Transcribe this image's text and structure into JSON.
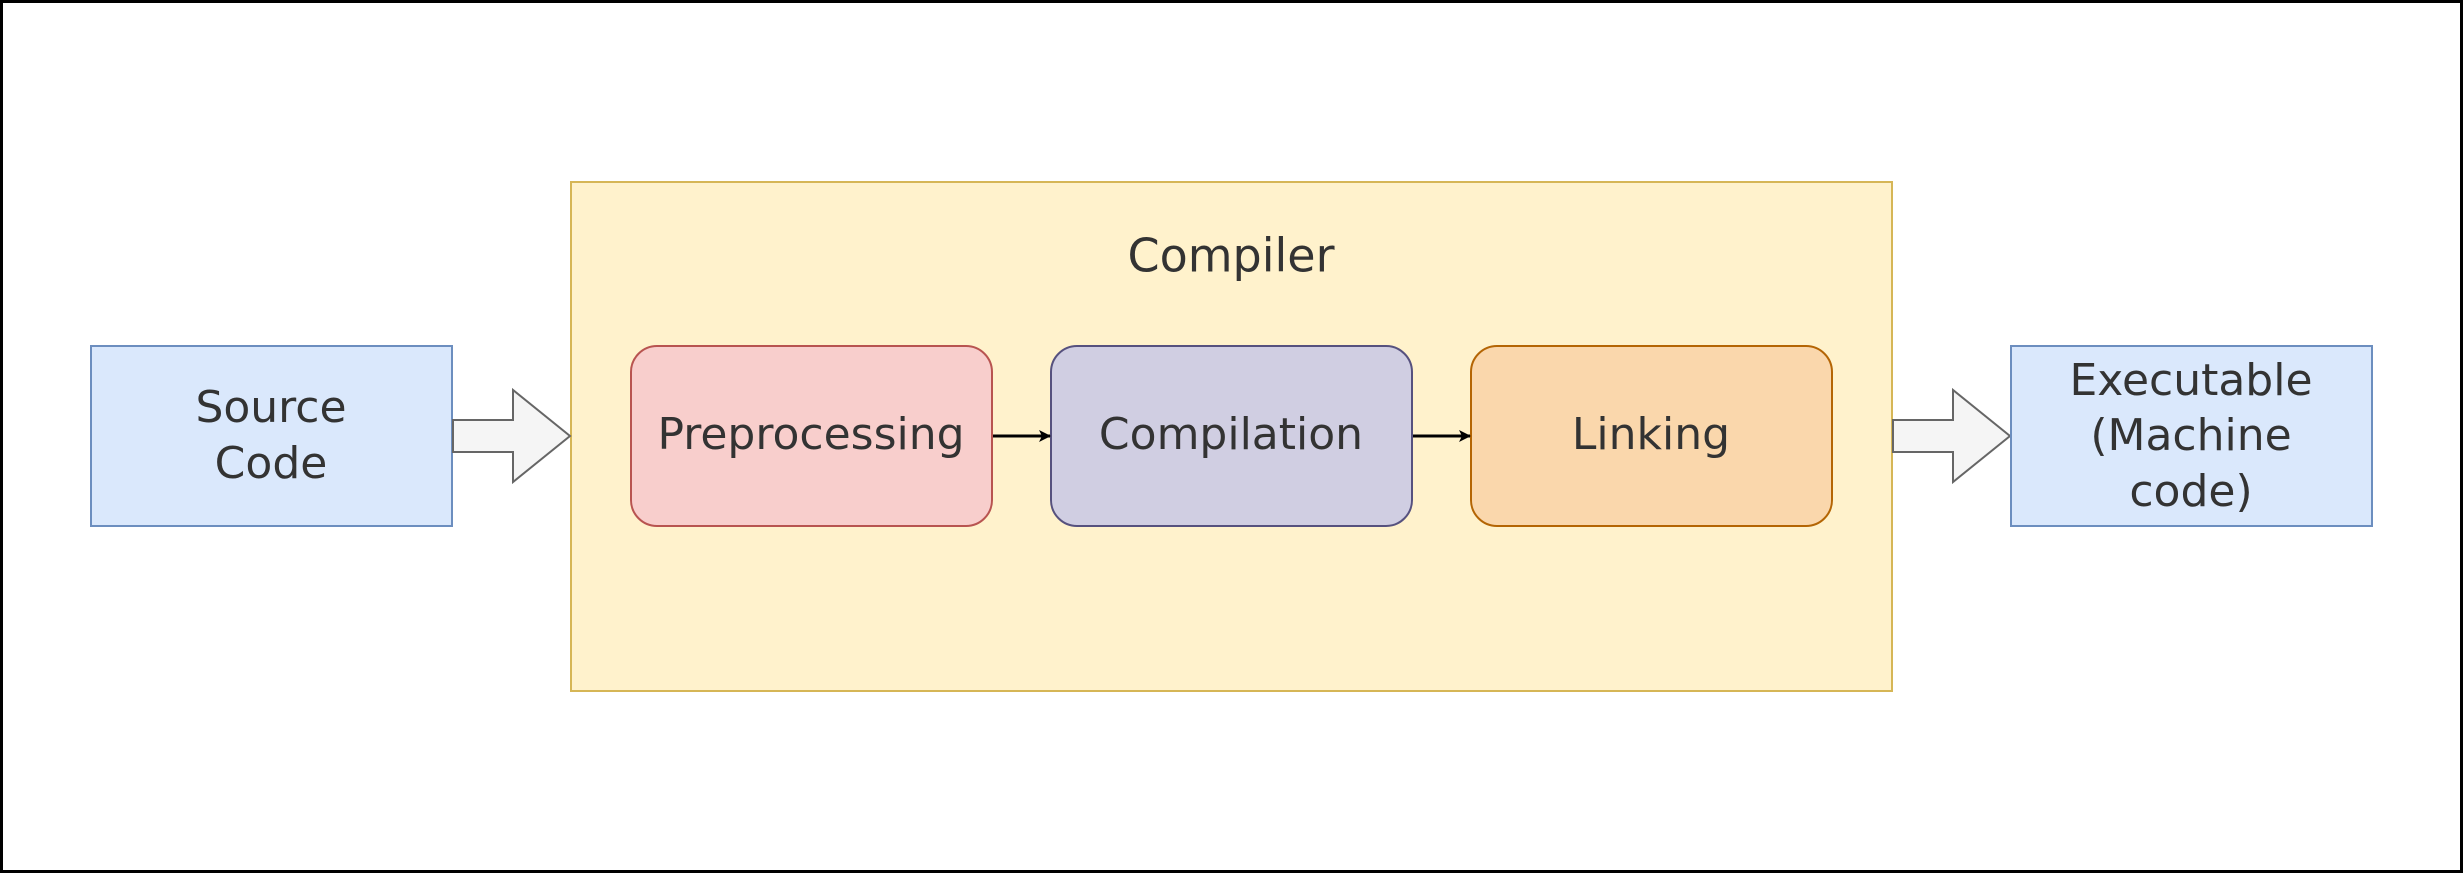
{
  "diagram": {
    "source_box": {
      "lines": [
        "Source",
        "Code"
      ],
      "fill": "#dae8fc",
      "stroke": "#6c8ebf"
    },
    "compiler_group": {
      "title": "Compiler",
      "fill": "#fff2cc",
      "stroke": "#d6b656"
    },
    "stages": [
      {
        "label": "Preprocessing",
        "fill": "#f8cecc",
        "stroke": "#b85450"
      },
      {
        "label": "Compilation",
        "fill": "#d0cee2",
        "stroke": "#56517e"
      },
      {
        "label": "Linking",
        "fill": "#fad7ac",
        "stroke": "#b46504"
      }
    ],
    "output_box": {
      "lines": [
        "Executable",
        "(Machine",
        "code)"
      ],
      "fill": "#dae8fc",
      "stroke": "#6c8ebf"
    },
    "block_arrow_colors": {
      "fill": "#f5f5f5",
      "stroke": "#666666"
    },
    "line_color": "#000000",
    "frame_color": "#000000"
  }
}
